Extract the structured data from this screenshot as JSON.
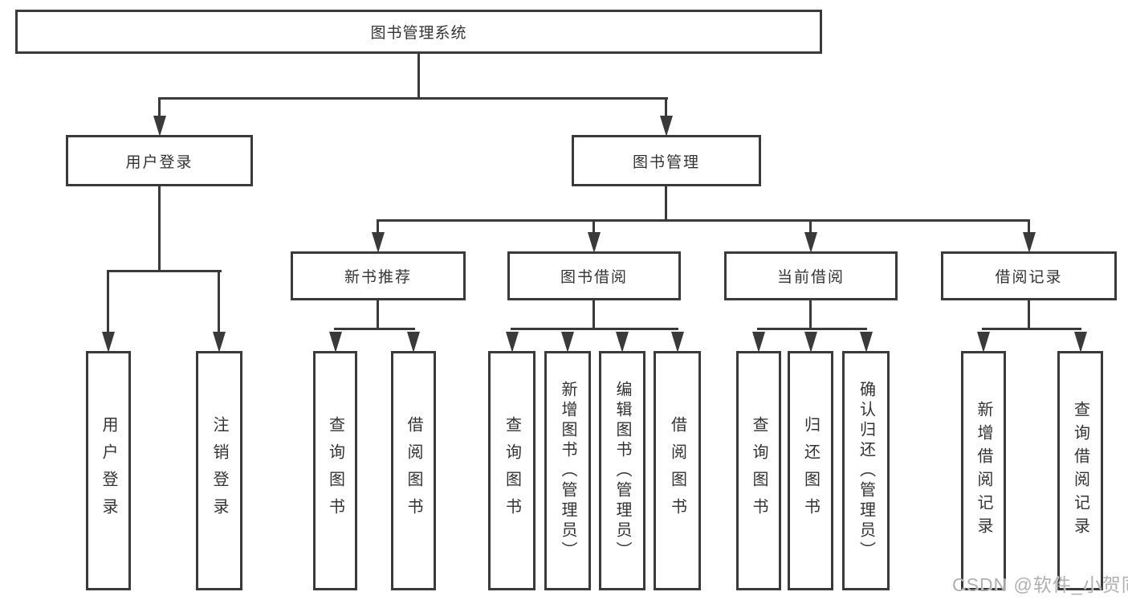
{
  "root": {
    "label": "图书管理系统"
  },
  "level2": {
    "user_login": {
      "label": "用户登录",
      "children": [
        "用户登录",
        "注销登录"
      ]
    },
    "book_mgmt": {
      "label": "图书管理"
    }
  },
  "level3": {
    "new_book_recommend": {
      "label": "新书推荐",
      "children": [
        "查询图书",
        "借阅图书"
      ]
    },
    "book_borrow": {
      "label": "图书借阅",
      "children": [
        "查询图书",
        "新增图书（管理员）",
        "编辑图书（管理员）",
        "借阅图书"
      ]
    },
    "current_borrow": {
      "label": "当前借阅",
      "children": [
        "查询图书",
        "归还图书",
        "确认归还（管理员）"
      ]
    },
    "borrow_record": {
      "label": "借阅记录",
      "children": [
        "新增借阅记录",
        "查询借阅记录"
      ]
    }
  },
  "watermark": {
    "text": "CSDN @软件_小贺同学"
  },
  "colors": {
    "line": "#3a3a3a",
    "text": "#333333",
    "watermark": "#b0b0b0",
    "background": "#ffffff"
  }
}
